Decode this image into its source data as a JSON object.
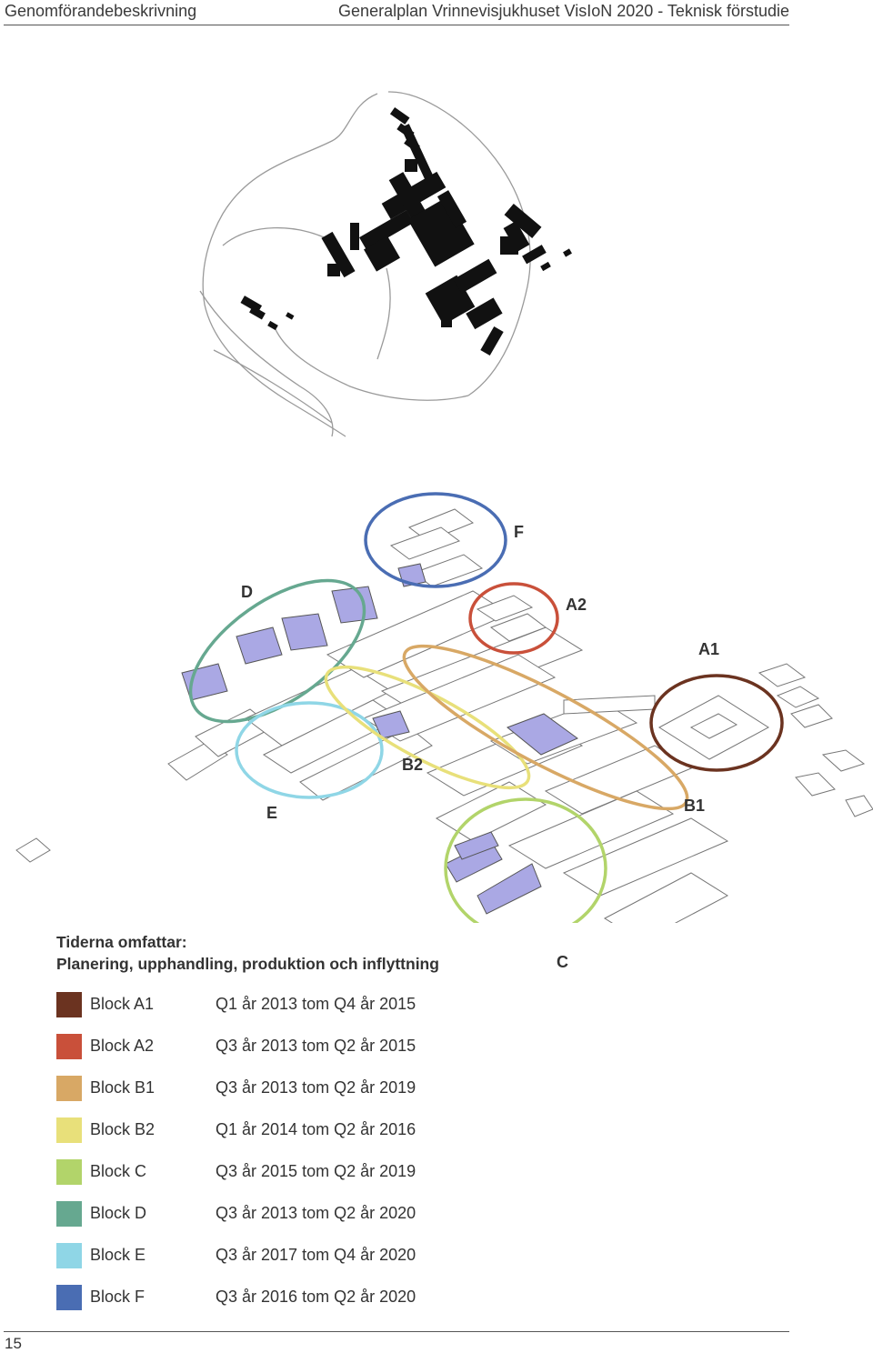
{
  "header": {
    "left_title": "Genomförandebeskrivning",
    "right_title": "Generalplan Vrinnevisjukhuset VisIoN 2020 - Teknisk förstudie"
  },
  "zones": {
    "F": "F",
    "D": "D",
    "A2": "A2",
    "A1": "A1",
    "B2": "B2",
    "E": "E",
    "B1": "B1",
    "C": "C"
  },
  "caption": {
    "line1": "Tiderna omfattar:",
    "line2": "Planering, upphandling, produktion och inflyttning"
  },
  "legend": [
    {
      "name": "Block A1",
      "time": "Q1 år 2013 tom Q4 år 2015",
      "color": "#6b3320"
    },
    {
      "name": "Block A2",
      "time": "Q3 år 2013 tom Q2 år 2015",
      "color": "#c9503a"
    },
    {
      "name": "Block B1",
      "time": "Q3 år 2013 tom Q2 år 2019",
      "color": "#d8a865"
    },
    {
      "name": "Block B2",
      "time": "Q1 år 2014 tom Q2 år 2016",
      "color": "#e8e07a"
    },
    {
      "name": "Block C",
      "time": "Q3 år 2015 tom Q2 år 2019",
      "color": "#b2d46a"
    },
    {
      "name": "Block D",
      "time": "Q3 år 2013 tom Q2 år 2020",
      "color": "#66a890"
    },
    {
      "name": "Block E",
      "time": "Q3 år 2017 tom Q4 år 2020",
      "color": "#8fd6e6"
    },
    {
      "name": "Block F",
      "time": "Q3 år 2016 tom Q2 år 2020",
      "color": "#4a6db3"
    }
  ],
  "footer": {
    "page_number": "15"
  }
}
